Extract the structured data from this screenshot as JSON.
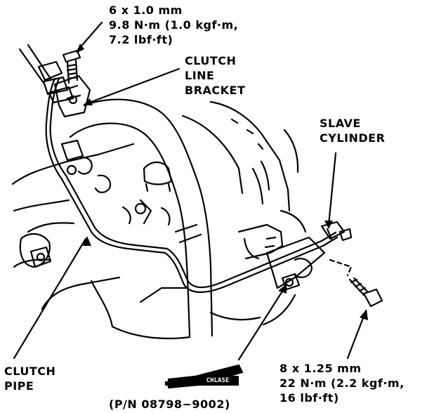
{
  "labels": {
    "bolt_top": [
      "6 x 1.0 mm",
      "9.8 N·m (1.0 kgf·m,",
      "7.2 lbf·ft)"
    ],
    "clutch_line_bracket": [
      "CLUTCH",
      "LINE",
      "BRACKET"
    ],
    "slave_cylinder": [
      "SLAVE",
      "CYLINDER"
    ],
    "clutch_pipe": [
      "CLUTCH",
      "PIPE"
    ],
    "bolt_bottom": [
      "8 x 1.25 mm",
      "22 N·m (2.2 kgf·m,",
      "16 lbf·ft)"
    ],
    "part_number": "(P/N 08798−9002)",
    "tube_label": "CHLASE"
  }
}
